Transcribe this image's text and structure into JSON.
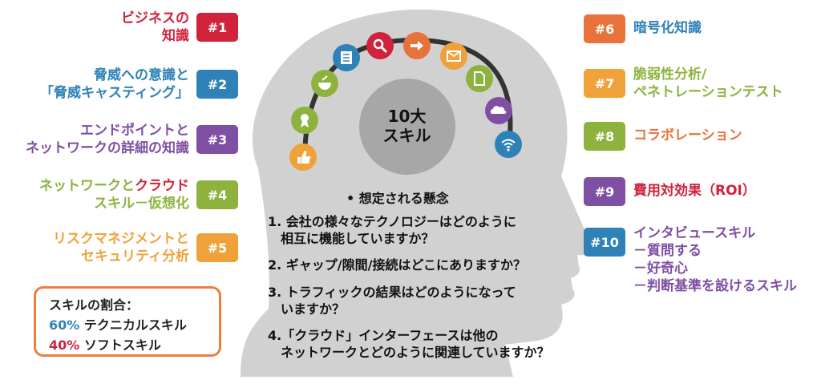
{
  "center": {
    "line1": "10大",
    "line2": "スキル"
  },
  "subhead": "• 想定される懸念",
  "left_items": [
    {
      "badge": "#1",
      "lines": [
        "ビジネスの",
        "知識"
      ],
      "color": "#d0223a"
    },
    {
      "badge": "#2",
      "lines": [
        "脅威への意識と",
        "「脅威キャスティング」"
      ],
      "color": "#2e82b8"
    },
    {
      "badge": "#3",
      "lines": [
        "エンドポイントと",
        "ネットワークの詳細の知識"
      ],
      "color": "#7e4fa3"
    },
    {
      "badge": "#4",
      "lines_a": "ネットワークと",
      "lines_b": "クラウド",
      "line2": "スキル－仮想化",
      "color": "#8db33e",
      "accent": "#d0223a"
    },
    {
      "badge": "#5",
      "lines": [
        "リスクマネジメントと",
        "セキュリティ分析"
      ],
      "color": "#f0a23a"
    }
  ],
  "right_items": [
    {
      "badge": "#6",
      "lines": [
        "暗号化知識"
      ],
      "color": "#e8733a",
      "text_color": "#2e82b8"
    },
    {
      "badge": "#7",
      "lines": [
        "脆弱性分析/",
        "ペネトレーションテスト"
      ],
      "color": "#f0a23a",
      "text_color": "#8db33e"
    },
    {
      "badge": "#8",
      "lines": [
        "コラボレーション"
      ],
      "color": "#8db33e",
      "text_color": "#e8733a"
    },
    {
      "badge": "#9",
      "lines": [
        "費用対効果（ROI）"
      ],
      "color": "#7e4fa3",
      "text_color": "#d0223a"
    },
    {
      "badge": "#10",
      "lines": [
        "インタビュースキル",
        "－質問する",
        "－好奇心",
        "－判断基準を設けるスキル"
      ],
      "color": "#2e82b8",
      "text_color": "#7e4fa3"
    }
  ],
  "ratio": {
    "title": "スキルの割合：",
    "tech_pct": "60%",
    "tech_label": "テクニカルスキル",
    "soft_pct": "40%",
    "soft_label": "ソフトスキル"
  },
  "questions": [
    [
      "1. 会社の様々なテクノロジーはどのように",
      "　相互に機能していますか？"
    ],
    [
      "2. ギャップ/隙間/接続はどこにありますか？"
    ],
    [
      "3. トラフィックの結果はどのようになって",
      "　いますか？"
    ],
    [
      "4.「クラウド」インターフェースは他の",
      "　ネットワークとどのように関連していますか？"
    ]
  ],
  "arc_icons": [
    {
      "name": "thumbs-up-icon",
      "color": "#f0a23a"
    },
    {
      "name": "award-ribbon-icon",
      "color": "#8db33e"
    },
    {
      "name": "bowl-icon",
      "color": "#8db33e"
    },
    {
      "name": "document-list-icon",
      "color": "#2e82b8"
    },
    {
      "name": "search-icon",
      "color": "#d0223a"
    },
    {
      "name": "arrow-right-icon",
      "color": "#e8733a"
    },
    {
      "name": "mail-icon",
      "color": "#f0a23a"
    },
    {
      "name": "file-icon",
      "color": "#8db33e"
    },
    {
      "name": "cloud-icon",
      "color": "#7e4fa3"
    },
    {
      "name": "wifi-icon",
      "color": "#2e82b8"
    }
  ]
}
